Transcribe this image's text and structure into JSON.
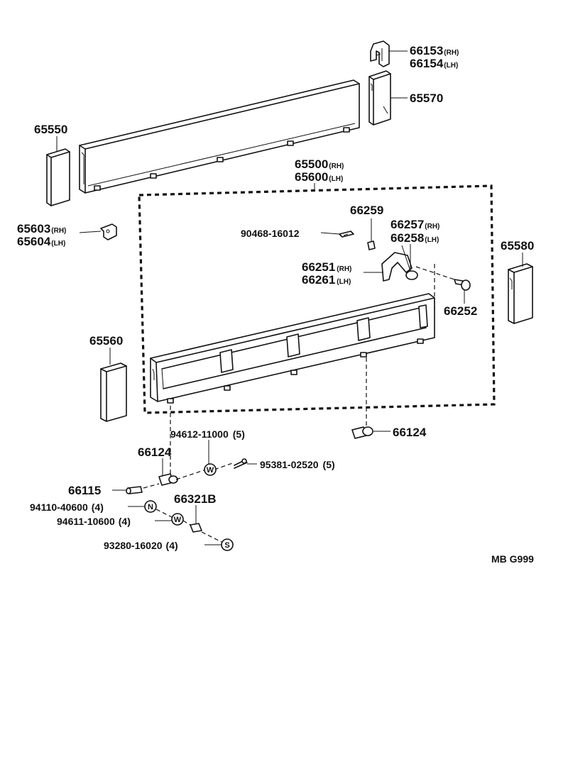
{
  "diagram": {
    "figure_code": "MB G999",
    "parts": {
      "p66153": {
        "number": "66153",
        "suffix": "(RH)"
      },
      "p66154": {
        "number": "66154",
        "suffix": "(LH)"
      },
      "p65570": {
        "number": "65570"
      },
      "p65550": {
        "number": "65550"
      },
      "p65500": {
        "number": "65500",
        "suffix": "(RH)"
      },
      "p65600": {
        "number": "65600",
        "suffix": "(LH)"
      },
      "p65603": {
        "number": "65603",
        "suffix": "(RH)"
      },
      "p65604": {
        "number": "65604",
        "suffix": "(LH)"
      },
      "p66259": {
        "number": "66259"
      },
      "p90468": {
        "number": "90468-16012"
      },
      "p66257": {
        "number": "66257",
        "suffix": "(RH)"
      },
      "p66258": {
        "number": "66258",
        "suffix": "(LH)"
      },
      "p65580": {
        "number": "65580"
      },
      "p66251": {
        "number": "66251",
        "suffix": "(RH)"
      },
      "p66261": {
        "number": "66261",
        "suffix": "(LH)"
      },
      "p66252": {
        "number": "66252"
      },
      "p65560": {
        "number": "65560"
      },
      "p66124a": {
        "number": "66124"
      },
      "p94612": {
        "number": "94612-11000",
        "qty": "(5)"
      },
      "p66124b": {
        "number": "66124"
      },
      "p95381": {
        "number": "95381-02520",
        "qty": "(5)"
      },
      "p66115": {
        "number": "66115"
      },
      "p66321b": {
        "number": "66321B"
      },
      "p94110": {
        "number": "94110-40600",
        "qty": "(4)"
      },
      "p94611": {
        "number": "94611-10600",
        "qty": "(4)"
      },
      "p93280": {
        "number": "93280-16020",
        "qty": "(4)"
      }
    },
    "symbols": {
      "nut": "N",
      "washer": "W",
      "screw": "S"
    }
  }
}
